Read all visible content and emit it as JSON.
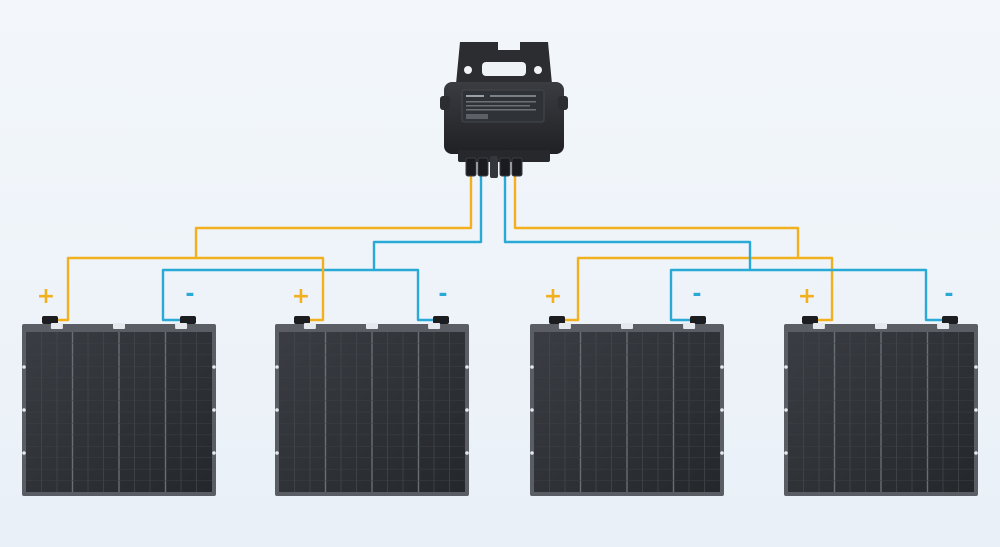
{
  "colors": {
    "positive_wire": "#f2b01e",
    "negative_wire": "#29a9d6",
    "panel_frame": "#5a5d63",
    "panel_cells": "#2b2e33",
    "inverter_body": "#2a2c30",
    "background": "#eef3f8"
  },
  "labels": {
    "positive": "+",
    "negative": "-"
  },
  "panels": [
    {
      "id": "panel-1",
      "positive_label": "+",
      "negative_label": "-"
    },
    {
      "id": "panel-2",
      "positive_label": "+",
      "negative_label": "-"
    },
    {
      "id": "panel-3",
      "positive_label": "+",
      "negative_label": "-"
    },
    {
      "id": "panel-4",
      "positive_label": "+",
      "negative_label": "-"
    }
  ],
  "inverter": {
    "icon": "microinverter-icon"
  }
}
